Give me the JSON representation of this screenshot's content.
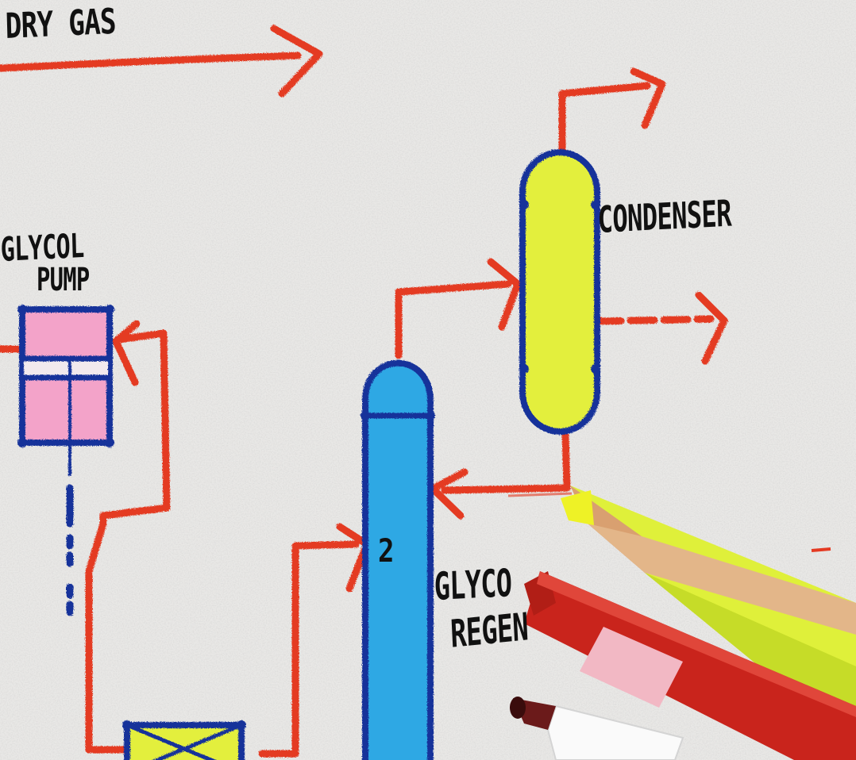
{
  "labels": {
    "dry_gas": "DRY GAS",
    "glycol_pump_line1": "GLYCOL",
    "glycol_pump_line2": "PUMP",
    "condenser": "CONDENSER",
    "regenerator_line1": "GLYCO",
    "regenerator_line2": "REGEN",
    "column_marker": "2"
  },
  "colors": {
    "paper": "#e9e8e6",
    "flow_line": "#e43a22",
    "outline": "#17329a",
    "condenser_fill": "#e3ef3c",
    "regenerator_fill": "#2ea8e4",
    "pump_fill": "#f3a3c9",
    "pencil_yellow": "#dff03a",
    "pencil_red": "#c9241c"
  },
  "icons": [
    "arrow-right-icon",
    "arrow-left-icon"
  ]
}
